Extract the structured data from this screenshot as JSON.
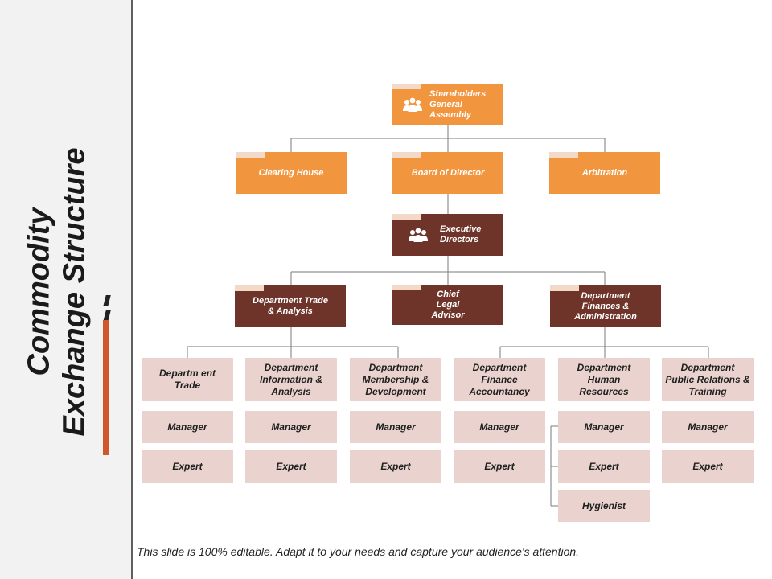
{
  "title": {
    "line1": "Commodity",
    "line2": "Exchange Structure"
  },
  "colors": {
    "orange": "#f2953f",
    "maroon": "#6e3329",
    "pink": "#ead3cf",
    "accent": "#d0572c"
  },
  "nodes": {
    "shareholders": "Shareholders General Assembly",
    "clearing_house": "Clearing House",
    "board": "Board of Director",
    "arbitration": "Arbitration",
    "executive": "Executive Directors",
    "dept_trade_analysis": "Department Trade & Analysis",
    "chief_legal": "Chief Legal Advisor",
    "dept_finances_admin": "Department Finances & Administration"
  },
  "departments": [
    {
      "name": "Departm ent Trade",
      "roles": [
        "Manager",
        "Expert"
      ]
    },
    {
      "name": "Department Information & Analysis",
      "roles": [
        "Manager",
        "Expert"
      ]
    },
    {
      "name": "Department Membership & Development",
      "roles": [
        "Manager",
        "Expert"
      ]
    },
    {
      "name": "Department Finance Accountancy",
      "roles": [
        "Manager",
        "Expert"
      ]
    },
    {
      "name": "Department Human Resources",
      "roles": [
        "Manager",
        "Expert",
        "Hygienist"
      ]
    },
    {
      "name": "Department Public Relations & Training",
      "roles": [
        "Manager",
        "Expert"
      ]
    }
  ],
  "icons": {
    "shareholders": "group-people-icon",
    "executive": "group-people-icon"
  },
  "footer": "This slide is 100% editable. Adapt it to your needs and capture your audience's attention."
}
